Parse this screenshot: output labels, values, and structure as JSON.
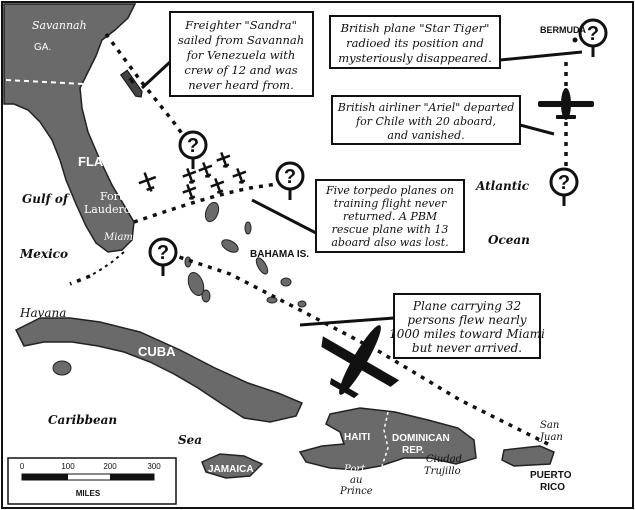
{
  "labels": {
    "savannah": "Savannah",
    "ga": "GA.",
    "fla": "FLA.",
    "fort_lauderdale_1": "Fort",
    "fort_lauderdale_2": "Lauderdale",
    "miami": "Miami",
    "gulf_of": "Gulf of",
    "mexico": "Mexico",
    "havana": "Havana",
    "cuba": "CUBA",
    "caribbean": "Caribbean",
    "sea": "Sea",
    "jamaica": "JAMAICA",
    "haiti": "HAITI",
    "dominican": "DOMINICAN",
    "rep": "REP.",
    "port_au_prince_1": "Port",
    "port_au_prince_2": "au",
    "port_au_prince_3": "Prince",
    "ciudad_trujillo_1": "Ciudad",
    "ciudad_trujillo_2": "Trujillo",
    "san_juan_1": "San",
    "san_juan_2": "Juan",
    "puerto_rico_1": "PUERTO",
    "puerto_rico_2": "RICO",
    "bahama_is": "BAHAMA IS.",
    "atlantic": "Atlantic",
    "ocean": "Ocean",
    "bermuda": "BERMUDA"
  },
  "callouts": {
    "sandra": [
      "Freighter \"Sandra\"",
      "sailed from Savannah",
      "for Venezuela with",
      "crew of 12 and was",
      "never heard from."
    ],
    "star_tiger": [
      "British plane \"Star Tiger\"",
      "radioed its position and",
      "mysteriously disappeared."
    ],
    "ariel": [
      "British airliner \"Ariel\" departed",
      "for Chile with 20 aboard,",
      "and vanished."
    ],
    "torpedo": [
      "Five torpedo planes on",
      "training flight never",
      "returned. A PBM",
      "rescue plane with 13",
      "aboard also was lost."
    ],
    "plane32": [
      "Plane carrying 32",
      "persons flew nearly",
      "1000 miles toward Miami",
      "but never arrived."
    ]
  },
  "scale": {
    "ticks": [
      "0",
      "100",
      "200",
      "300"
    ],
    "unit": "MILES"
  }
}
